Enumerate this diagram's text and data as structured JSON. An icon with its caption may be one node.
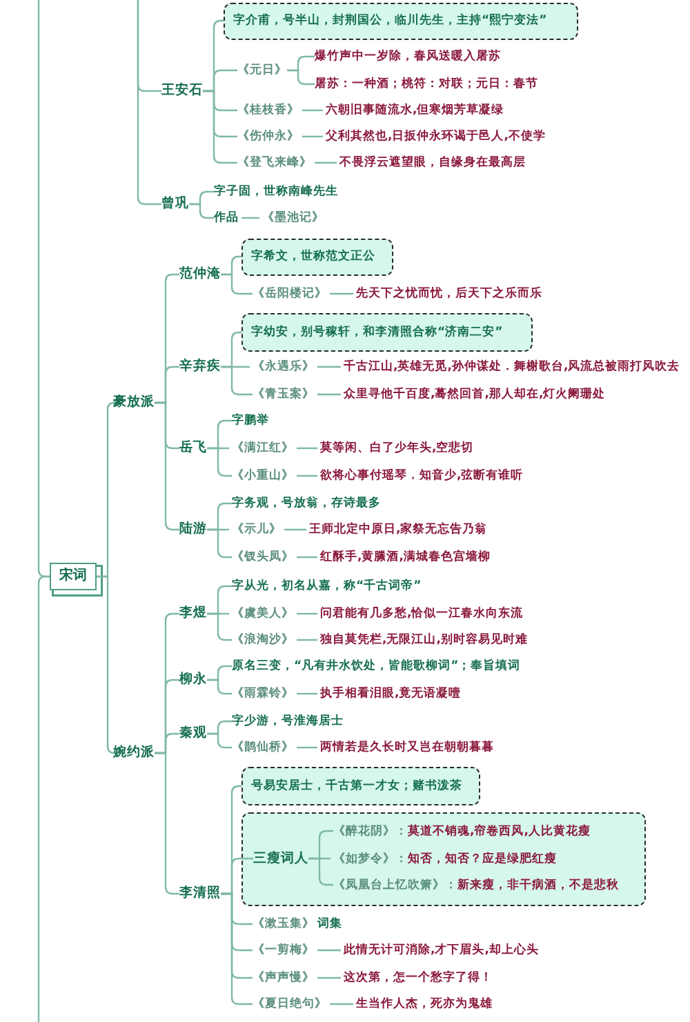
{
  "diagram": {
    "nodes": [
      {
        "text": [
          "宋词"
        ]
      },
      {
        "text": [
          "王安石"
        ]
      },
      {
        "text": [
          "字介甫，号半山，封荆国公，临川先生，主持“熙宁变法”"
        ]
      },
      {
        "text": [
          "《元日》"
        ]
      },
      {
        "text": [
          "爆竹声中一岁除，春风送暖入屠苏"
        ]
      },
      {
        "text": [
          "屠苏：一种酒；桃符：对联；元日：春节"
        ]
      },
      {
        "text": [
          "《桂枝香》"
        ]
      },
      {
        "text": [
          "六朝旧事随流水,但寒烟芳草凝绿"
        ]
      },
      {
        "text": [
          "《伤仲永》"
        ]
      },
      {
        "text": [
          "父利其然也,日扳仲永环谒于邑人,不使学"
        ]
      },
      {
        "text": [
          "《登飞来峰》"
        ]
      },
      {
        "text": [
          "不畏浮云遮望眼，自缘身在最高层"
        ]
      },
      {
        "text": [
          "曾巩"
        ]
      },
      {
        "text": [
          "字子固，世称南峰先生"
        ]
      },
      {
        "text": [
          "作品"
        ]
      },
      {
        "text": [
          "《墨池记》"
        ]
      },
      {
        "text": [
          "豪放派"
        ]
      },
      {
        "text": [
          "范仲淹"
        ]
      },
      {
        "text": [
          "字希文，世称范文正公"
        ]
      },
      {
        "text": [
          "《岳阳楼记》"
        ]
      },
      {
        "text": [
          "先天下之忧而忧，后天下之乐而乐"
        ]
      },
      {
        "text": [
          "辛弃疾"
        ]
      },
      {
        "text": [
          "字幼安，别号稼轩，和李清照合称“济南二安”"
        ]
      },
      {
        "text": [
          "《永遇乐》"
        ]
      },
      {
        "text": [
          "千古江山,英雄无觅,孙仲谋处．舞榭歌台,风流总被雨打风吹去"
        ]
      },
      {
        "text": [
          "《青玉案》"
        ]
      },
      {
        "text": [
          "众里寻他千百度,蓦然回首,那人却在,灯火阑珊处"
        ]
      },
      {
        "text": [
          "岳飞"
        ]
      },
      {
        "text": [
          "字鹏举"
        ]
      },
      {
        "text": [
          "《满江红》"
        ]
      },
      {
        "text": [
          "莫等闲、白了少年头,空悲切"
        ]
      },
      {
        "text": [
          "《小重山》"
        ]
      },
      {
        "text": [
          "欲将心事付瑶琴．知音少,弦断有谁听"
        ]
      },
      {
        "text": [
          "陆游"
        ]
      },
      {
        "text": [
          "字务观，号放翁，存诗最多"
        ]
      },
      {
        "text": [
          "《示儿》"
        ]
      },
      {
        "text": [
          "王师北定中原日,家祭无忘告乃翁"
        ]
      },
      {
        "text": [
          "《钗头凤》"
        ]
      },
      {
        "text": [
          "红酥手,黄縢酒,满城春色宫墙柳"
        ]
      },
      {
        "text": [
          "婉约派"
        ]
      },
      {
        "text": [
          "李煜"
        ]
      },
      {
        "text": [
          "字从光，初名从嘉，称“千古词帝”"
        ]
      },
      {
        "text": [
          "《虞美人》"
        ]
      },
      {
        "text": [
          "问君能有几多愁,恰似一江春水向东流"
        ]
      },
      {
        "text": [
          "《浪淘沙》"
        ]
      },
      {
        "text": [
          "独自莫凭栏,无限江山,别时容易见时难"
        ]
      },
      {
        "text": [
          "柳永"
        ]
      },
      {
        "text": [
          "原名三变，“凡有井水饮处，皆能歌柳词”；奉旨填词"
        ]
      },
      {
        "text": [
          "《雨霖铃》"
        ]
      },
      {
        "text": [
          "执手相看泪眼,竟无语凝噎"
        ]
      },
      {
        "text": [
          "秦观"
        ]
      },
      {
        "text": [
          "字少游，号淮海居士"
        ]
      },
      {
        "text": [
          "《鹊仙桥》"
        ]
      },
      {
        "text": [
          "两情若是久长时又岂在朝朝暮暮"
        ]
      },
      {
        "text": [
          "李清照"
        ]
      },
      {
        "text": [
          "号易安居士，千古第一才女；赌书泼茶"
        ]
      },
      {
        "text": [],
        "shape": "box"
      },
      {
        "text": [
          "三瘦词人"
        ],
        "in": 56
      },
      {
        "text": [
          "《醉花阴》：",
          "莫道不销魂,帘卷西风,人比黄花瘦"
        ],
        "in": 56
      },
      {
        "text": [
          "《如梦令》：",
          "知否，知否？应是绿肥红瘦"
        ],
        "in": 56
      },
      {
        "text": [
          "《凤凰台上忆吹箫》：",
          "新来瘦，非干病酒，不是悲秋"
        ],
        "in": 56
      },
      {
        "text": [
          "《漱玉集》",
          "词集"
        ]
      },
      {
        "text": [
          "《一剪梅》"
        ]
      },
      {
        "text": [
          "此情无计可消除,才下眉头,却上心头"
        ]
      },
      {
        "text": [
          "《声声慢》"
        ]
      },
      {
        "text": [
          "这次第，怎一个愁字了得！"
        ]
      },
      {
        "text": [
          "《夏日绝句》"
        ]
      },
      {
        "text": [
          "生当作人杰，死亦为鬼雄"
        ]
      }
    ],
    "edges": [
      {
        "from": null,
        "to": 0,
        "arrow": "none"
      },
      {
        "from": null,
        "to": 0,
        "arrow": "none"
      },
      {
        "from": null,
        "to": 1,
        "arrow": "none"
      },
      {
        "from": null,
        "to": 12,
        "arrow": "none"
      },
      {
        "from": 1,
        "to": 2,
        "arrow": "none"
      },
      {
        "from": 1,
        "to": 3,
        "arrow": "none"
      },
      {
        "from": 3,
        "to": 4,
        "arrow": "none"
      },
      {
        "from": 3,
        "to": 5,
        "arrow": "none"
      },
      {
        "from": 1,
        "to": 6,
        "arrow": "none"
      },
      {
        "from": 6,
        "to": 7,
        "arrow": "none"
      },
      {
        "from": 1,
        "to": 8,
        "arrow": "none"
      },
      {
        "from": 8,
        "to": 9,
        "arrow": "none"
      },
      {
        "from": 1,
        "to": 10,
        "arrow": "none"
      },
      {
        "from": 10,
        "to": 11,
        "arrow": "none"
      },
      {
        "from": 12,
        "to": 13,
        "arrow": "none"
      },
      {
        "from": 12,
        "to": 14,
        "arrow": "none"
      },
      {
        "from": 14,
        "to": 15,
        "arrow": "none"
      },
      {
        "from": 0,
        "to": 16,
        "arrow": "none"
      },
      {
        "from": 0,
        "to": 39,
        "arrow": "none"
      },
      {
        "from": 16,
        "to": 17,
        "arrow": "none"
      },
      {
        "from": 17,
        "to": 18,
        "arrow": "none"
      },
      {
        "from": 17,
        "to": 19,
        "arrow": "none"
      },
      {
        "from": 19,
        "to": 20,
        "arrow": "none"
      },
      {
        "from": 16,
        "to": 21,
        "arrow": "none"
      },
      {
        "from": 21,
        "to": 22,
        "arrow": "none"
      },
      {
        "from": 21,
        "to": 23,
        "arrow": "none"
      },
      {
        "from": 23,
        "to": 24,
        "arrow": "none"
      },
      {
        "from": 21,
        "to": 25,
        "arrow": "none"
      },
      {
        "from": 25,
        "to": 26,
        "arrow": "none"
      },
      {
        "from": 16,
        "to": 27,
        "arrow": "none"
      },
      {
        "from": 27,
        "to": 28,
        "arrow": "none"
      },
      {
        "from": 27,
        "to": 29,
        "arrow": "none"
      },
      {
        "from": 29,
        "to": 30,
        "arrow": "none"
      },
      {
        "from": 27,
        "to": 31,
        "arrow": "none"
      },
      {
        "from": 31,
        "to": 32,
        "arrow": "none"
      },
      {
        "from": 16,
        "to": 33,
        "arrow": "none"
      },
      {
        "from": 33,
        "to": 34,
        "arrow": "none"
      },
      {
        "from": 33,
        "to": 35,
        "arrow": "none"
      },
      {
        "from": 35,
        "to": 36,
        "arrow": "none"
      },
      {
        "from": 33,
        "to": 37,
        "arrow": "none"
      },
      {
        "from": 37,
        "to": 38,
        "arrow": "none"
      },
      {
        "from": 39,
        "to": 40,
        "arrow": "none"
      },
      {
        "from": 40,
        "to": 41,
        "arrow": "none"
      },
      {
        "from": 40,
        "to": 42,
        "arrow": "none"
      },
      {
        "from": 42,
        "to": 43,
        "arrow": "none"
      },
      {
        "from": 40,
        "to": 44,
        "arrow": "none"
      },
      {
        "from": 44,
        "to": 45,
        "arrow": "none"
      },
      {
        "from": 39,
        "to": 46,
        "arrow": "none"
      },
      {
        "from": 46,
        "to": 47,
        "arrow": "none"
      },
      {
        "from": 46,
        "to": 48,
        "arrow": "none"
      },
      {
        "from": 48,
        "to": 49,
        "arrow": "none"
      },
      {
        "from": 39,
        "to": 50,
        "arrow": "none"
      },
      {
        "from": 50,
        "to": 51,
        "arrow": "none"
      },
      {
        "from": 50,
        "to": 52,
        "arrow": "none"
      },
      {
        "from": 52,
        "to": 53,
        "arrow": "none"
      },
      {
        "from": 39,
        "to": 54,
        "arrow": "none"
      },
      {
        "from": 54,
        "to": 55,
        "arrow": "none"
      },
      {
        "from": 54,
        "to": 57,
        "arrow": "none"
      },
      {
        "from": 57,
        "to": 58,
        "arrow": "none"
      },
      {
        "from": 57,
        "to": 59,
        "arrow": "none"
      },
      {
        "from": 57,
        "to": 60,
        "arrow": "none"
      },
      {
        "from": 54,
        "to": 61,
        "arrow": "none"
      },
      {
        "from": 54,
        "to": 62,
        "arrow": "none"
      },
      {
        "from": 62,
        "to": 63,
        "arrow": "none"
      },
      {
        "from": 54,
        "to": 64,
        "arrow": "none"
      },
      {
        "from": 64,
        "to": 65,
        "arrow": "none"
      },
      {
        "from": 54,
        "to": 66,
        "arrow": "none"
      },
      {
        "from": 66,
        "to": 67,
        "arrow": "none"
      }
    ]
  }
}
